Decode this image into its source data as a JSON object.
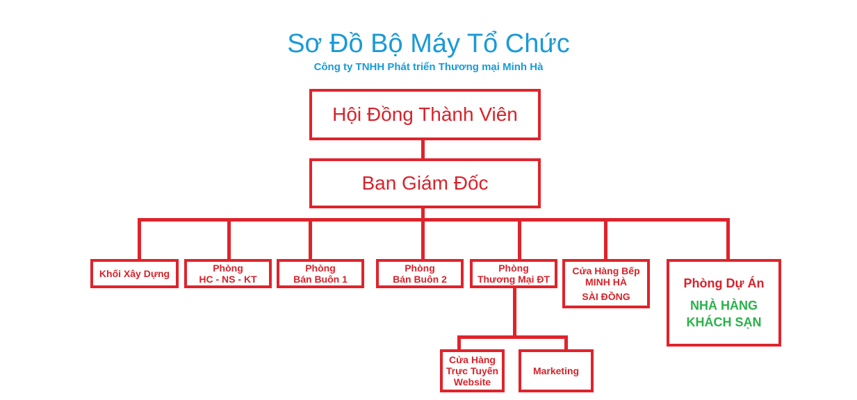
{
  "title": "Sơ Đồ Bộ Máy Tổ Chức",
  "subtitle": "Công ty TNHH Phát triển Thương mại Minh Hà",
  "colors": {
    "box_border": "#e0232b",
    "box_text": "#d8222a",
    "title": "#1a9ad6",
    "highlight": "#2ab24a"
  },
  "nodes": {
    "hoi_dong": "Hội Đồng Thành Viên",
    "ban_giam_doc": "Ban Giám Đốc",
    "khoi_xay_dung": "Khối Xây Dựng",
    "phong_hc": {
      "line1": "Phòng",
      "line2": "HC - NS - KT"
    },
    "ban_buon_1": {
      "line1": "Phòng",
      "line2": "Bán Buôn 1"
    },
    "ban_buon_2": {
      "line1": "Phòng",
      "line2": "Bán Buôn 2"
    },
    "thuong_mai": {
      "line1": "Phòng",
      "line2": "Thương Mại ĐT"
    },
    "cua_hang_bep": {
      "line1": "Cửa Hàng Bếp",
      "line2": "MINH HÀ",
      "line3": "SÀI ĐỒNG"
    },
    "du_an": {
      "line1": "Phòng Dự Án",
      "line2": "NHÀ HÀNG",
      "line3": "KHÁCH SẠN"
    },
    "cua_hang_truc_tuyen": {
      "line1": "Cửa Hàng",
      "line2": "Trực Tuyến",
      "line3": "Website"
    },
    "marketing": "Marketing"
  }
}
